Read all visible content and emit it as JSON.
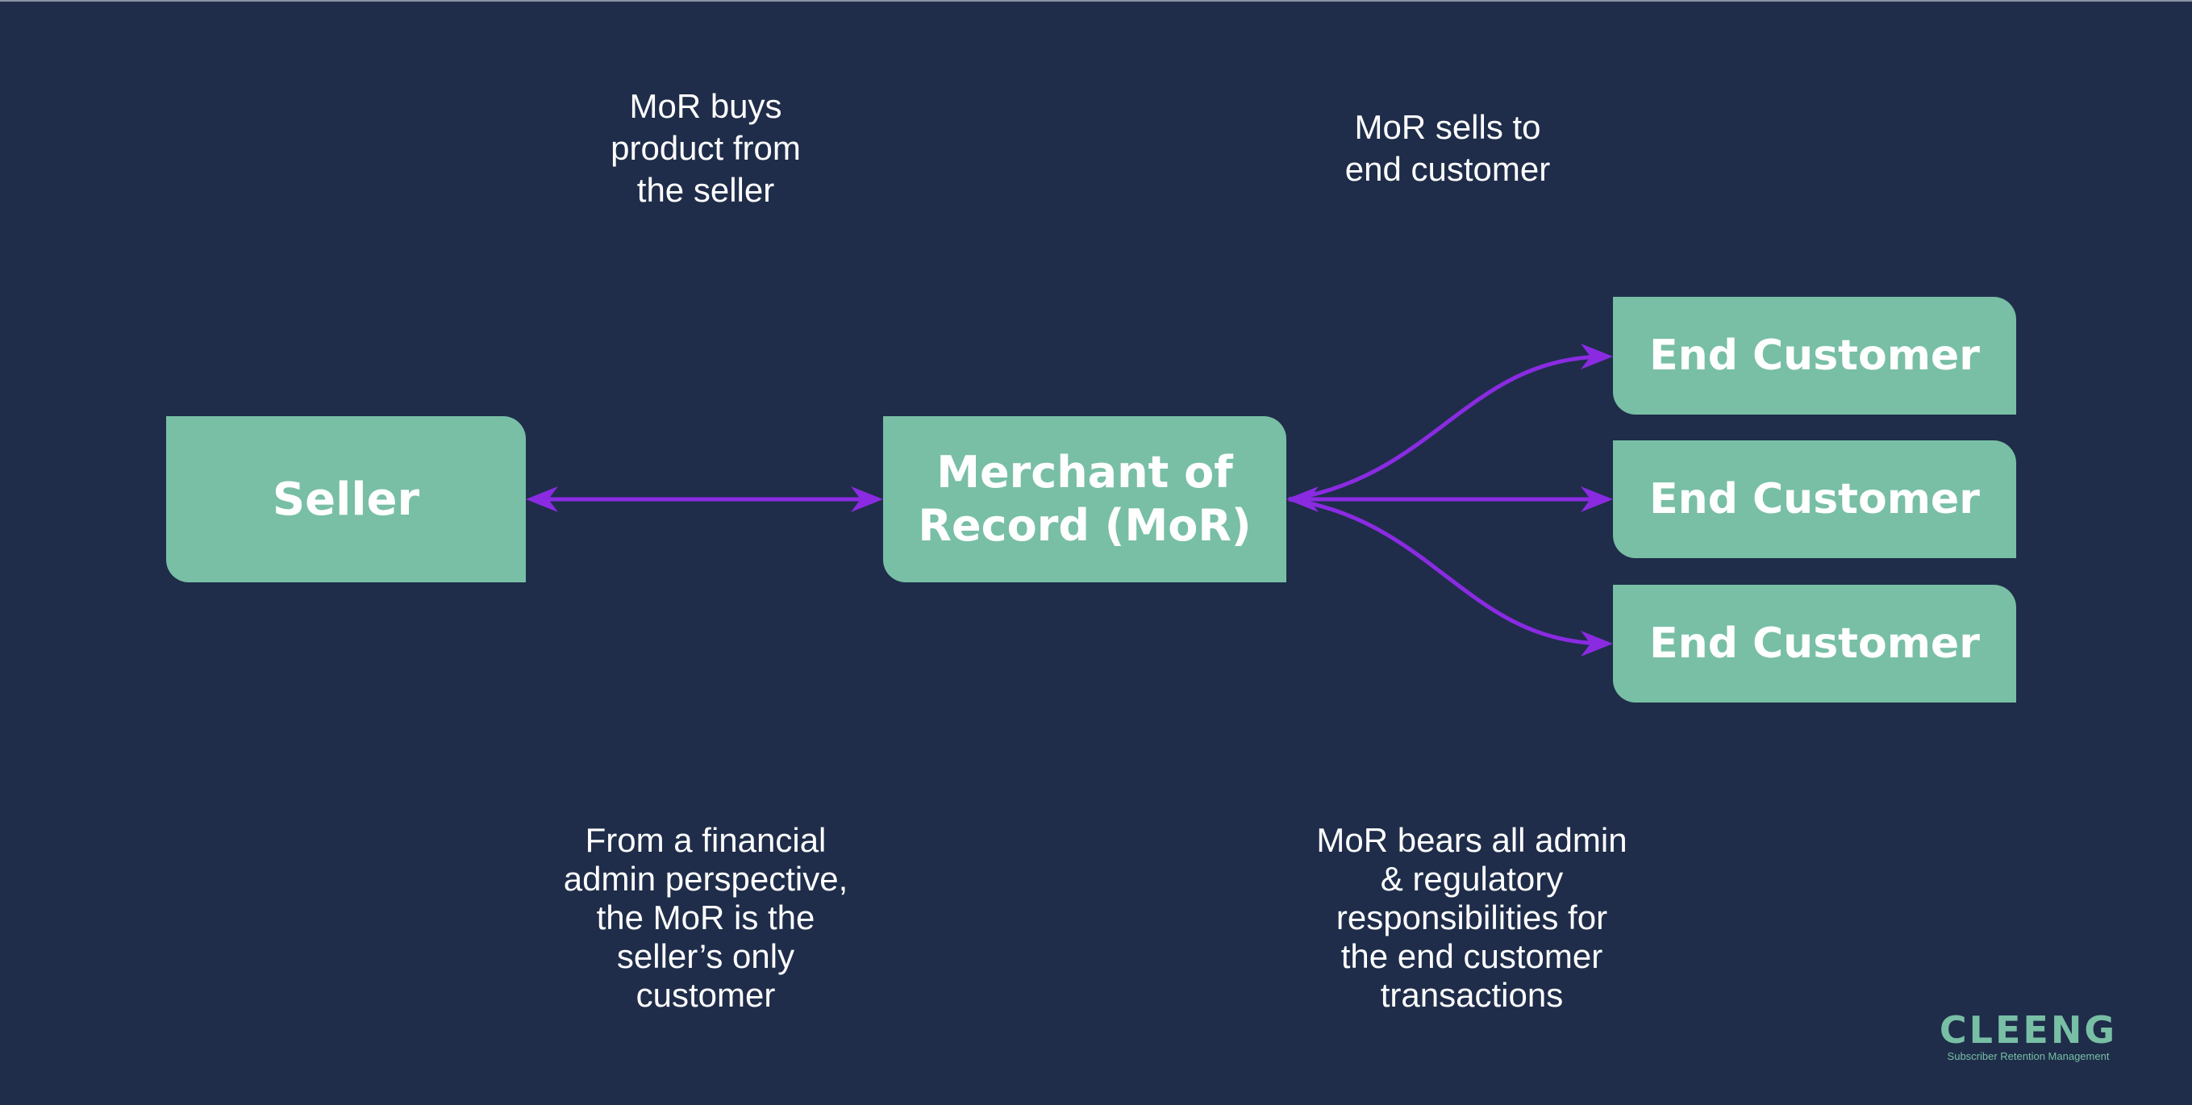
{
  "nodes": {
    "seller": "Seller",
    "mor": "Merchant of\nRecord (MoR)",
    "end_customers": [
      "End Customer",
      "End Customer",
      "End Customer"
    ]
  },
  "notes": {
    "buys": "MoR buys\nproduct from\nthe seller",
    "sells": "MoR sells to\nend customer",
    "financial": "From a financial\nadmin perspective,\nthe MoR is the\nseller’s only\ncustomer",
    "regulatory": "MoR bears all admin\n& regulatory\nresponsibilities for\nthe end customer\ntransactions"
  },
  "logo": {
    "name": "CLEENG",
    "tagline": "Subscriber Retention Management"
  },
  "colors": {
    "background": "#1f2d4a",
    "box_fill": "#78bfa5",
    "arrow": "#8a2be2",
    "text": "#ffffff"
  }
}
